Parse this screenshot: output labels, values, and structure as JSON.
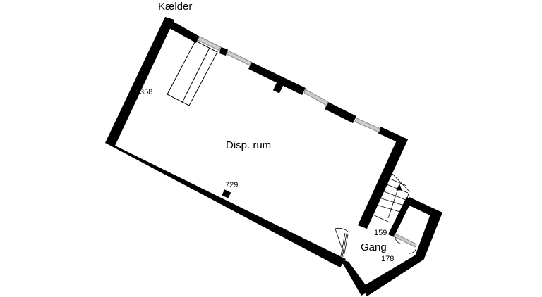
{
  "floor": {
    "title": "Kælder"
  },
  "rooms": [
    {
      "name": "Disp. rum",
      "id": "disp-rum"
    },
    {
      "name": "Gang",
      "id": "gang"
    }
  ],
  "dimensions": {
    "disp_rum_width": "358",
    "disp_rum_length": "729",
    "gang_width": "159",
    "gang_length": "178"
  },
  "colors": {
    "wall": "#000000",
    "window": "#bbbbbb",
    "background": "#ffffff"
  },
  "icons": {
    "stairs": "stairs-icon",
    "door": "door-icon",
    "window": "window-icon",
    "bench": "bench-icon"
  }
}
